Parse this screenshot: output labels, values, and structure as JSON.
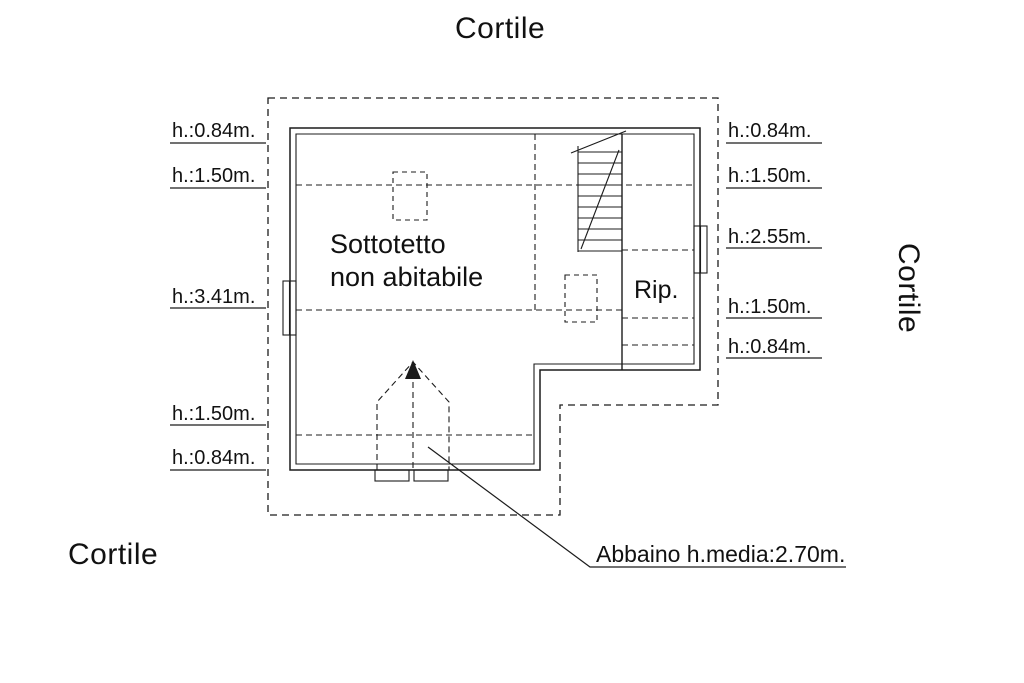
{
  "page": {
    "background": "#ffffff",
    "line_color": "#1c1c1c",
    "drawing_type": "attic floor plan"
  },
  "courtyard_labels": {
    "top": "Cortile",
    "right": "Cortile",
    "bottom_left": "Cortile"
  },
  "rooms": {
    "main_line1": "Sottotetto",
    "main_line2": "non abitabile",
    "storage": "Rip."
  },
  "annotation": {
    "dormer": "Abbaino h.media:2.70m."
  },
  "left_heights": [
    "h.:0.84m.",
    "h.:1.50m.",
    "h.:3.41m.",
    "h.:1.50m.",
    "h.:0.84m."
  ],
  "right_heights": [
    "h.:0.84m.",
    "h.:1.50m.",
    "h.:2.55m.",
    "h.:1.50m.",
    "h.:0.84m."
  ]
}
